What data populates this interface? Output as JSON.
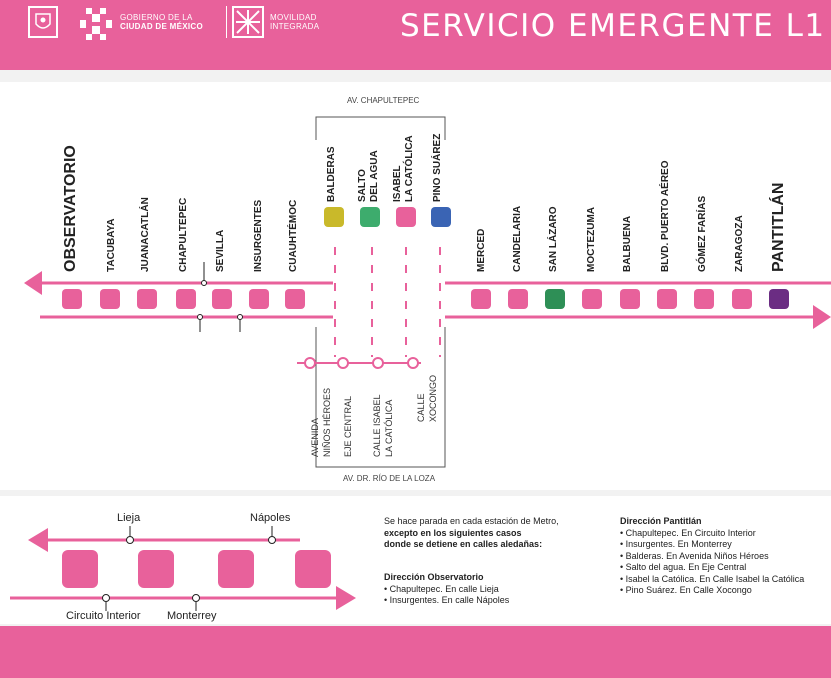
{
  "header": {
    "gov_line1": "GOBIERNO DE LA",
    "gov_line2": "CIUDAD DE MÉXICO",
    "mov_line1": "MOVILIDAD",
    "mov_line2": "INTEGRADA",
    "title": "SERVICIO EMERGENTE L1"
  },
  "colors": {
    "brand": "#e8619b"
  },
  "map": {
    "av_top": "AV. CHAPULTEPEC",
    "av_bottom": "AV. DR. RÍO DE LA LOZA",
    "west_stations": [
      "OBSERVATORIO",
      "TACUBAYA",
      "JUANACATLÁN",
      "CHAPULTEPEC",
      "SEVILLA",
      "INSURGENTES",
      "CUAUHTÉMOC"
    ],
    "closed_stations": [
      "BALDERAS",
      "SALTO DEL AGUA",
      "ISABEL LA CATÓLICA",
      "PINO SUÁREZ"
    ],
    "closed_line1": [
      "BALDERAS",
      "SALTO",
      "ISABEL",
      "PINO SUÁREZ"
    ],
    "closed_line2": [
      "",
      "DEL AGUA",
      "LA CATÓLICA",
      ""
    ],
    "east_stations": [
      "MERCED",
      "CANDELARIA",
      "SAN LÁZARO",
      "MOCTEZUMA",
      "BALBUENA",
      "BLVD. PUERTO AÉREO",
      "GÓMEZ FARÍAS",
      "ZARAGOZA",
      "PANTITLÁN"
    ],
    "stop_streets_line1": [
      "AVENIDA",
      "EJE CENTRAL",
      "CALLE ISABEL",
      "CALLE"
    ],
    "stop_streets_line2": [
      "NIÑOS HÉROES",
      "",
      "LA CATÓLICA",
      "XOCONGO"
    ]
  },
  "legend": {
    "top_labels": [
      "Lieja",
      "Nápoles"
    ],
    "bottom_labels": [
      "Circuito Interior",
      "Monterrey"
    ],
    "intro": [
      "Se hace parada en cada estación de Metro,",
      "excepto en los siguientes casos",
      "donde se detiene en calles aledañas:"
    ],
    "obs_title": "Dirección Observatorio",
    "obs_items": [
      "• Chapultepec. En calle Lieja",
      "• Insurgentes. En calle Nápoles"
    ],
    "pan_title": "Dirección Pantitlán",
    "pan_items": [
      "• Chapultepec. En Circuito Interior",
      "• Insurgentes. En Monterrey",
      "• Balderas. En Avenida Niños Héroes",
      "• Salto del agua. En Eje Central",
      "• Isabel la Católica. En Calle Isabel la Católica",
      "• Pino Suárez. En Calle Xocongo"
    ]
  }
}
